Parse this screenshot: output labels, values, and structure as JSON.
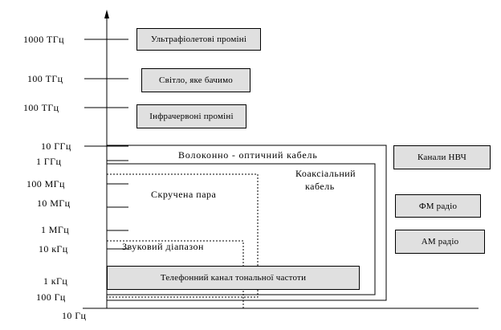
{
  "axis_labels": {
    "f_1000THz": "1000 ТГц",
    "f_100THz_a": "100 ТГц",
    "f_100THz_b": "100 ТГц",
    "f_10GHz": "10 ГГц",
    "f_1GHz": "1 ГГц",
    "f_100MHz": "100 МГц",
    "f_10MHz": "10 МГц",
    "f_1MHz": "1 МГц",
    "f_10kHz": "10 кГц",
    "f_1kHz": "1 кГц",
    "f_100Hz": "100 Гц",
    "f_10Hz": "10 Гц"
  },
  "boxes": {
    "ultraviolet": "Ультрафіолетові проміні",
    "visible_light": "Світло, яке бачимо",
    "infrared": "Інфрачервоні проміні",
    "microwave_channels": "Канали НВЧ",
    "fm_radio": "ФМ радіо",
    "am_radio": "АМ радіо",
    "voice_channel": "Телефонний канал тональної частоти"
  },
  "regions": {
    "fiber_optic": "Волоконно - оптичний кабель",
    "coax_line1": "Коаксіальний",
    "coax_line2": "кабель",
    "twisted_pair": "Скручена пара",
    "audio_range": "Звуковий діапазон"
  }
}
